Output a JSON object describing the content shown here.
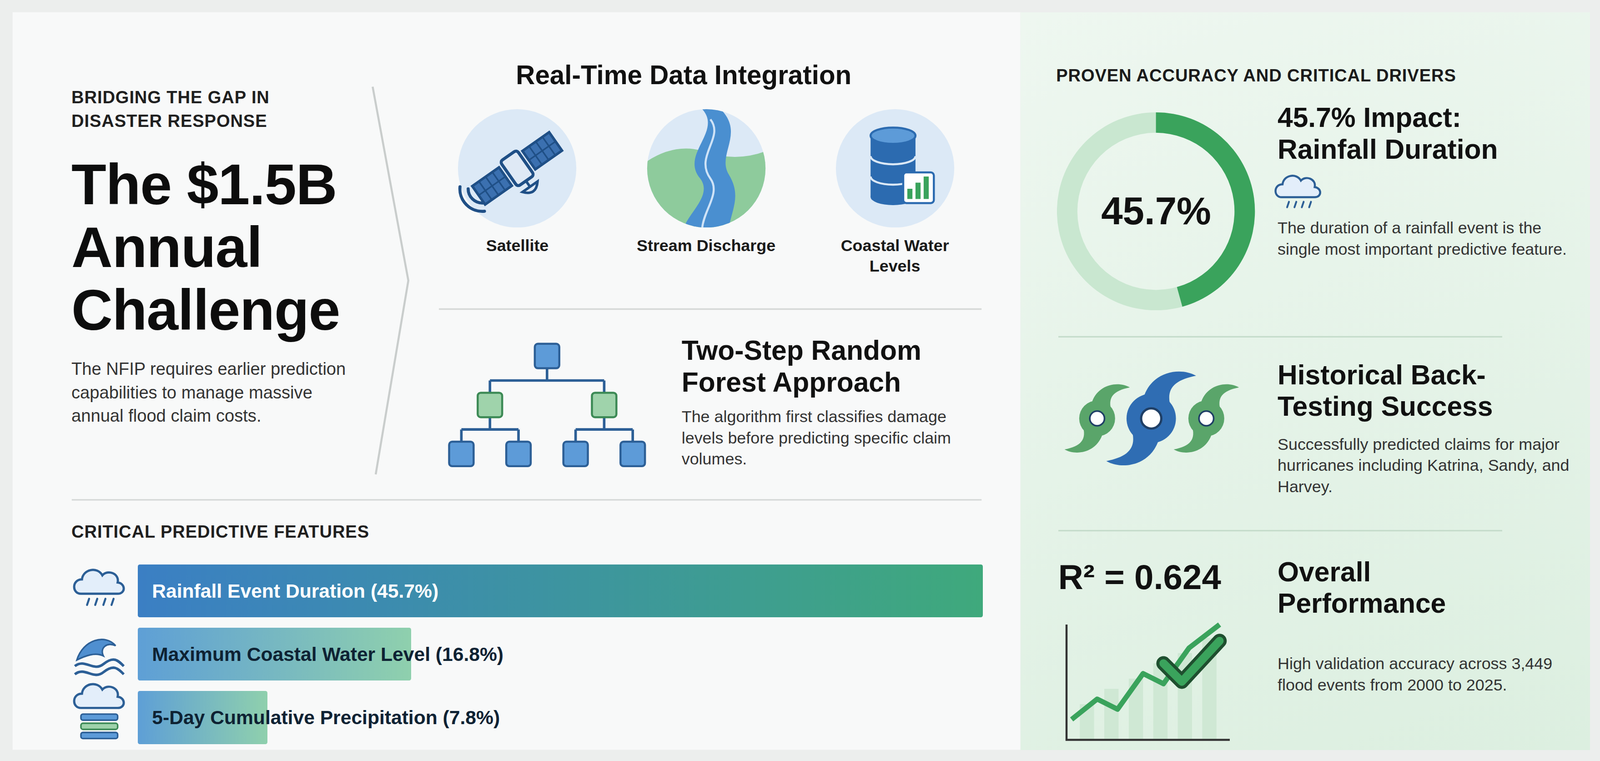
{
  "diagram": {
    "title": "The $1.5B Annual Challenge",
    "nodes": [
      {
        "text": [
          "Satellite"
        ]
      },
      {
        "text": [
          "Stream Discharge"
        ]
      },
      {
        "text": [
          "Coastal Water Levels"
        ]
      },
      {
        "text": [
          "Rainfall Event Duration (45.7%)"
        ]
      },
      {
        "text": [
          "Maximum Coastal Water Level (16.8%)"
        ]
      },
      {
        "text": [
          "5-Day Cumulative Precipitation (7.8%)"
        ]
      },
      {
        "text": [
          "PROVEN ACCURACY AND CRITICAL DRIVERS"
        ]
      },
      {
        "text": [
          "45.7%"
        ],
        "in": 6
      }
    ],
    "labels": [
      "BRIDGING THE GAP IN DISASTER RESPONSE",
      "The NFIP requires earlier prediction capabilities to manage massive annual flood claim costs.",
      "Real-Time Data Integration",
      "Two-Step Random Forest Approach",
      "The algorithm first classifies damage levels before predicting specific claim volumes.",
      "CRITICAL PREDICTIVE FEATURES",
      "45.7% Impact: Rainfall Duration",
      "The duration of a rainfall event is the single most important predictive feature.",
      "Historical Back-Testing Success",
      "Successfully predicted claims for major hurricanes including Katrina, Sandy, and Harvey.",
      "R² = 0.624",
      "Overall Performance",
      "High validation accuracy across 3,449 flood events from 2000 to 2025."
    ]
  }
}
